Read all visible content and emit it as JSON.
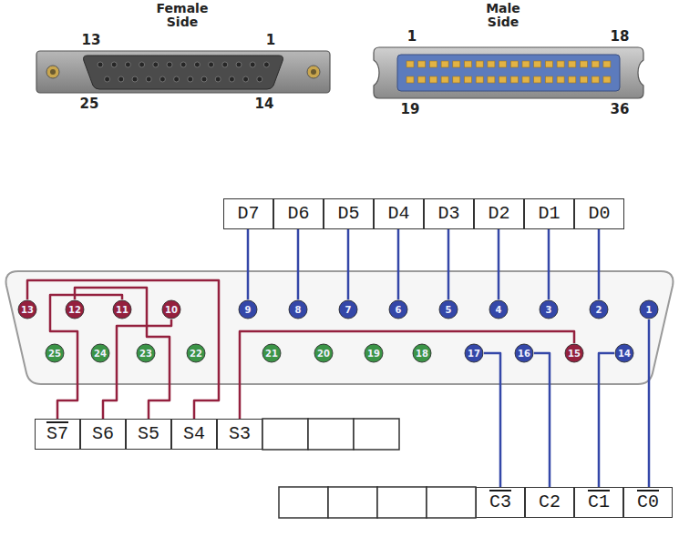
{
  "diagram": {
    "nodes": [
      {
        "text": [
          "D7"
        ]
      },
      {
        "text": [
          "D6"
        ]
      },
      {
        "text": [
          "D5"
        ]
      },
      {
        "text": [
          "D4"
        ]
      },
      {
        "text": [
          "D3"
        ]
      },
      {
        "text": [
          "D2"
        ]
      },
      {
        "text": [
          "D1"
        ]
      },
      {
        "text": [
          "D0"
        ]
      },
      {
        "text": [
          "13"
        ]
      },
      {
        "text": [
          "12"
        ]
      },
      {
        "text": [
          "11"
        ]
      },
      {
        "text": [
          "10"
        ]
      },
      {
        "text": [
          "9"
        ]
      },
      {
        "text": [
          "8"
        ]
      },
      {
        "text": [
          "7"
        ]
      },
      {
        "text": [
          "6"
        ]
      },
      {
        "text": [
          "5"
        ]
      },
      {
        "text": [
          "4"
        ]
      },
      {
        "text": [
          "3"
        ]
      },
      {
        "text": [
          "2"
        ]
      },
      {
        "text": [
          "1"
        ]
      },
      {
        "text": [
          "25"
        ]
      },
      {
        "text": [
          "24"
        ]
      },
      {
        "text": [
          "23"
        ]
      },
      {
        "text": [
          "22"
        ]
      },
      {
        "text": [
          "21"
        ]
      },
      {
        "text": [
          "20"
        ]
      },
      {
        "text": [
          "19"
        ]
      },
      {
        "text": [
          "18"
        ]
      },
      {
        "text": [
          "17"
        ]
      },
      {
        "text": [
          "16"
        ]
      },
      {
        "text": [
          "15"
        ]
      },
      {
        "text": [
          "14"
        ]
      },
      {
        "text": [
          "S7"
        ]
      },
      {
        "text": [
          "S6"
        ]
      },
      {
        "text": [
          "S5"
        ]
      },
      {
        "text": [
          "S4"
        ]
      },
      {
        "text": [
          "S3"
        ]
      },
      {
        "text": [
          "C3"
        ]
      },
      {
        "text": [
          "C2"
        ]
      },
      {
        "text": [
          "C1"
        ]
      },
      {
        "text": [
          "C0"
        ]
      }
    ],
    "edges": [
      {
        "from": 12,
        "to": 0,
        "arrow": "none"
      },
      {
        "from": 13,
        "to": 1,
        "arrow": "none"
      },
      {
        "from": 14,
        "to": 2,
        "arrow": "none"
      },
      {
        "from": 15,
        "to": 3,
        "arrow": "none"
      },
      {
        "from": 16,
        "to": 4,
        "arrow": "none"
      },
      {
        "from": 17,
        "to": 5,
        "arrow": "none"
      },
      {
        "from": 18,
        "to": 6,
        "arrow": "none"
      },
      {
        "from": 19,
        "to": 7,
        "arrow": "none"
      },
      {
        "from": 20,
        "to": 41,
        "arrow": "none"
      },
      {
        "from": 32,
        "to": 40,
        "arrow": "none"
      },
      {
        "from": 30,
        "to": 39,
        "arrow": "none"
      },
      {
        "from": 29,
        "to": 38,
        "arrow": "none"
      },
      {
        "from": 31,
        "to": 37,
        "arrow": "none"
      },
      {
        "from": 10,
        "to": 33,
        "arrow": "none"
      },
      {
        "from": 11,
        "to": 34,
        "arrow": "none"
      },
      {
        "from": 9,
        "to": 35,
        "arrow": "none"
      },
      {
        "from": 8,
        "to": 36,
        "arrow": "none"
      }
    ],
    "labels": [
      "Female Side",
      "13",
      "1",
      "25",
      "14",
      "Male Side",
      "1",
      "18",
      "19",
      "36"
    ]
  }
}
